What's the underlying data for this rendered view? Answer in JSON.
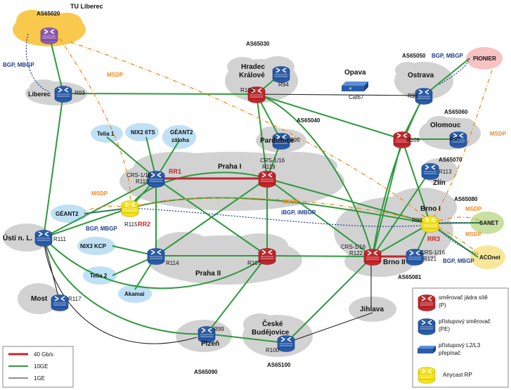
{
  "colors": {
    "link_40g": "#c1272d",
    "link_10ge": "#2e9a3c",
    "link_1ge": "#222222",
    "bgp": "#1f3c8c",
    "msdp": "#ef8a1e",
    "core_router": "#c1272d",
    "access_router": "#2a5ca8",
    "anycast_rp": "#f5e21a",
    "cloud": "#d2d2d2",
    "cloud_external": "#bfe0f5"
  },
  "nodes": {
    "liberec": {
      "name": "Liberec",
      "id": "R93"
    },
    "hk": {
      "name_line1": "Hradec",
      "name_line2": "Králové",
      "id": "R108"
    },
    "r94": {
      "id": "R94"
    },
    "opava": {
      "name": "Opava",
      "id": "Cat67"
    },
    "ostrava": {
      "name": "Ostrava",
      "id": "R96"
    },
    "pardubice": {
      "name": "Pardubice",
      "id": "R95"
    },
    "olomouc": {
      "name": "Olomouc",
      "id": "R109"
    },
    "r97": {
      "id": "R97"
    },
    "zlin": {
      "name": "Zlín",
      "id": "R113"
    },
    "praha1": {
      "name": "Praha I",
      "id_line1": "CRS-1/16",
      "id_line2": "R119"
    },
    "r118": {
      "id_line1": "CRS-1/16",
      "id_line2": "R118"
    },
    "r115": {
      "id": "R115"
    },
    "usti": {
      "name": "Ústí n. L.",
      "id": "R111"
    },
    "praha2": {
      "name": "Praha II"
    },
    "r114": {
      "id": "R114"
    },
    "r107": {
      "id": "R107"
    },
    "brno1": {
      "name": "Brno I",
      "id": "R98"
    },
    "brno2": {
      "name": "Brno II",
      "id_line1": "CRS-1/16",
      "id_line2": "R122"
    },
    "r121": {
      "id_line1": "CRS-1/16",
      "id_line2": "R121"
    },
    "most": {
      "name": "Most",
      "id": "R117"
    },
    "plzen": {
      "name": "Plzeň",
      "id": "R99"
    },
    "cb": {
      "name_line1": "České",
      "name_line2": "Budějovice",
      "id": "R100"
    },
    "jihlava": {
      "name": "Jihlava"
    },
    "tu_liberec": {
      "name": "TU Liberec",
      "as": "AS65020"
    },
    "telia1": {
      "name": "Telia 1"
    },
    "nix2": {
      "name": "NIX2 6TS"
    },
    "geant2z": {
      "name_line1": "GÉANT2",
      "name_line2": "záloha"
    },
    "geant2": {
      "name": "GÉANT2"
    },
    "nix3": {
      "name": "NIX3 KCP"
    },
    "telia2": {
      "name": "Telia 2"
    },
    "akamai": {
      "name": "Akamai"
    },
    "pionier": {
      "name": "PIONIER"
    },
    "sanet": {
      "name": "SANET"
    },
    "aconet": {
      "name": "ACOnet"
    }
  },
  "as_labels": {
    "as65030": "AS65030",
    "as65050": "AS65050",
    "as65040": "AS65040",
    "as65060": "AS65060",
    "as65070": "AS65070",
    "as65080": "AS65080",
    "as65081": "AS65081",
    "as65090": "AS65090",
    "as65100": "AS65100"
  },
  "link_labels": {
    "bgp_mbgp": "BGP, MBGP",
    "msdp": "MSDP",
    "ibgp_imbgp": "iBGP, iMBGP",
    "rr1": "RR1",
    "rr2": "RR2",
    "rr3": "RR3"
  },
  "legend_links": [
    {
      "label": "40 Gb/s",
      "color": "#c1272d"
    },
    {
      "label": "10GE",
      "color": "#2e9a3c"
    },
    {
      "label": "1GE",
      "color": "#222222"
    }
  ],
  "legend_devices": {
    "core_line1": "směrovač jádra sítě",
    "core_line2": "(P)",
    "pe_line1": "přístupový směrovač",
    "pe_line2": "(PE)",
    "switch_line1": "přístupový L2/L3",
    "switch_line2": "přepínač",
    "anycast": "Anycast RP"
  }
}
